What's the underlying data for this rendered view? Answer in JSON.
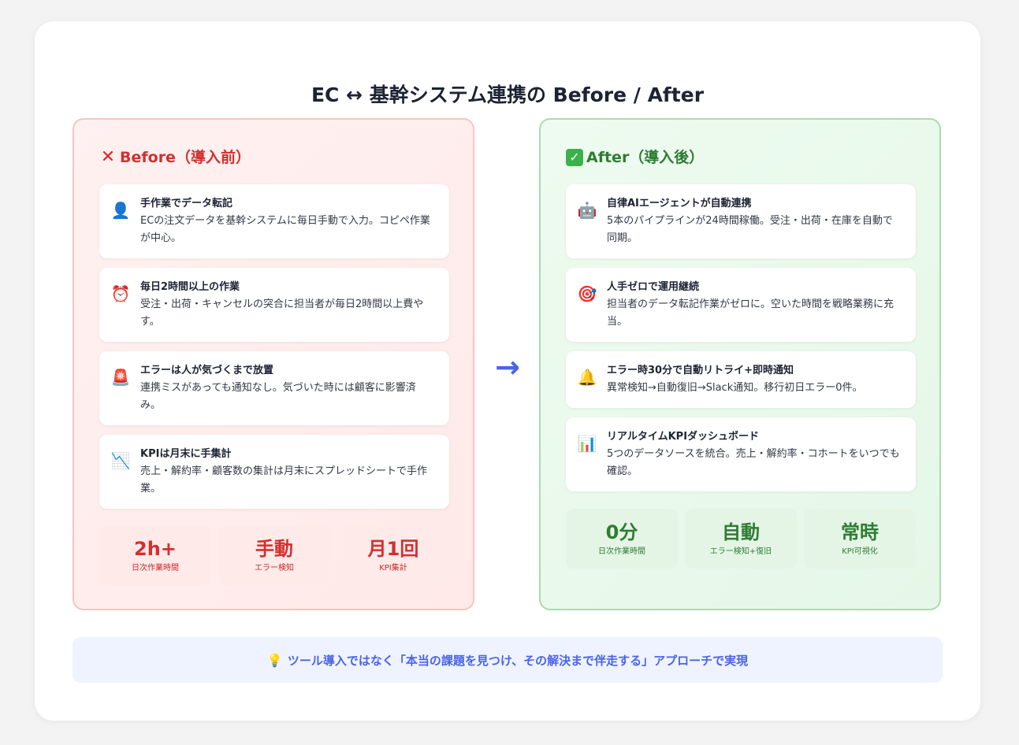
{
  "title": "EC ↔ 基幹システム連携の Before / After",
  "before": {
    "heading": "Before（導入前）",
    "items": [
      {
        "icon": "👤",
        "title": "手作業でデータ転記",
        "desc": "ECの注文データを基幹システムに毎日手動で入力。コピペ作業が中心。"
      },
      {
        "icon": "⏰",
        "title": "毎日2時間以上の作業",
        "desc": "受注・出荷・キャンセルの突合に担当者が毎日2時間以上費やす。"
      },
      {
        "icon": "🚨",
        "title": "エラーは人が気づくまで放置",
        "desc": "連携ミスがあっても通知なし。気づいた時には顧客に影響済み。"
      },
      {
        "icon": "📉",
        "title": "KPIは月末に手集計",
        "desc": "売上・解約率・顧客数の集計は月末にスプレッドシートで手作業。"
      }
    ],
    "stats": [
      {
        "value": "2h+",
        "label": "日次作業時間"
      },
      {
        "value": "手動",
        "label": "エラー検知"
      },
      {
        "value": "月1回",
        "label": "KPI集計"
      }
    ]
  },
  "after": {
    "heading": "After（導入後）",
    "items": [
      {
        "icon": "🤖",
        "title": "自律AIエージェントが自動連携",
        "desc": "5本のパイプラインが24時間稼働。受注・出荷・在庫を自動で同期。"
      },
      {
        "icon": "🎯",
        "title": "人手ゼロで運用継続",
        "desc": "担当者のデータ転記作業がゼロに。空いた時間を戦略業務に充当。"
      },
      {
        "icon": "🔔",
        "title": "エラー時30分で自動リトライ+即時通知",
        "desc": "異常検知→自動復旧→Slack通知。移行初日エラー0件。"
      },
      {
        "icon": "📊",
        "title": "リアルタイムKPIダッシュボード",
        "desc": "5つのデータソースを統合。売上・解約率・コホートをいつでも確認。"
      }
    ],
    "stats": [
      {
        "value": "0分",
        "label": "日次作業時間"
      },
      {
        "value": "自動",
        "label": "エラー検知+復旧"
      },
      {
        "value": "常時",
        "label": "KPI可視化"
      }
    ]
  },
  "arrow": "→",
  "banner": {
    "icon": "💡",
    "text": "ツール導入ではなく「本当の課題を見つけ、その解決まで伴走する」アプローチで実現"
  },
  "colors": {
    "before": "#d32f2f",
    "after": "#2e7d32",
    "accent": "#4a63e8"
  }
}
